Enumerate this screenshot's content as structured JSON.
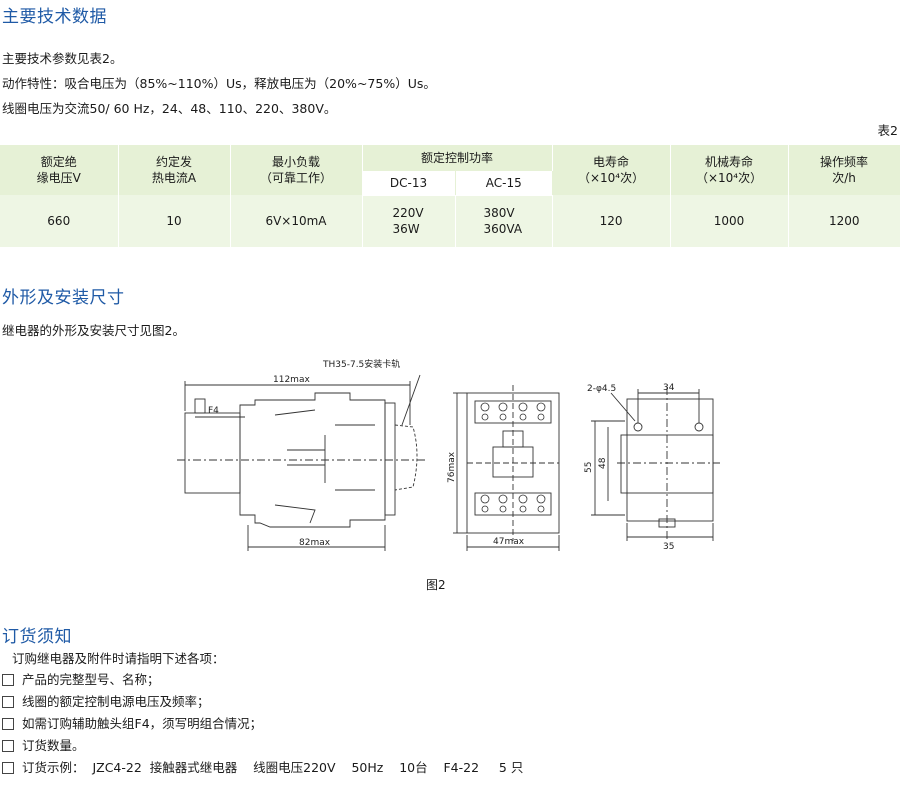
{
  "sections": {
    "tech_title": "主要技术数据",
    "outline_title": "外形及安装尺寸",
    "order_title": "订货须知"
  },
  "tech_lines": [
    "主要技术参数见表2。",
    "动作特性：吸合电压为（85%~110%）Us，释放电压为（20%~75%）Us。",
    "线圈电压为交流50/ 60 Hz，24、48、110、220、380V。"
  ],
  "table": {
    "caption": "表2",
    "headers": {
      "insulation": [
        "额定绝",
        "缘电压V"
      ],
      "thermal": [
        "约定发",
        "热电流A"
      ],
      "min_load": [
        "最小负载",
        "（可靠工作）"
      ],
      "control_power": "额定控制功率",
      "dc13": "DC-13",
      "ac15": "AC-15",
      "elec_life": [
        "电寿命",
        "（×10⁴次）"
      ],
      "mech_life": [
        "机械寿命",
        "（×10⁴次）"
      ],
      "frequency": [
        "操作频率",
        "次/h"
      ]
    },
    "row": {
      "insulation": "660",
      "thermal": "10",
      "min_load": "6V×10mA",
      "dc13": [
        "220V",
        "36W"
      ],
      "ac15": [
        "380V",
        "360VA"
      ],
      "elec_life": "120",
      "mech_life": "1000",
      "frequency": "1200"
    }
  },
  "outline_text": "继电器的外形及安装尺寸见图2。",
  "drawing": {
    "rail_label": "TH35-7.5安装卡轨",
    "dim_112": "112max",
    "dim_82": "82max",
    "label_f4": "F4",
    "dim_76": "76max",
    "dim_47": "47max",
    "hole_label": "2-φ4.5",
    "dim_34": "34",
    "dim_55": "55",
    "dim_48": "48",
    "dim_35": "35",
    "caption": "图2"
  },
  "order": {
    "intro": "订购继电器及附件时请指明下述各项：",
    "items": [
      "产品的完整型号、名称；",
      "线圈的额定控制电源电压及频率；",
      "如需订购辅助触头组F4，须写明组合情况；",
      "订货数量。",
      "订货示例：  JZC4-22  接触器式继电器    线圈电压220V    50Hz    10台    F4-22     5 只"
    ]
  }
}
